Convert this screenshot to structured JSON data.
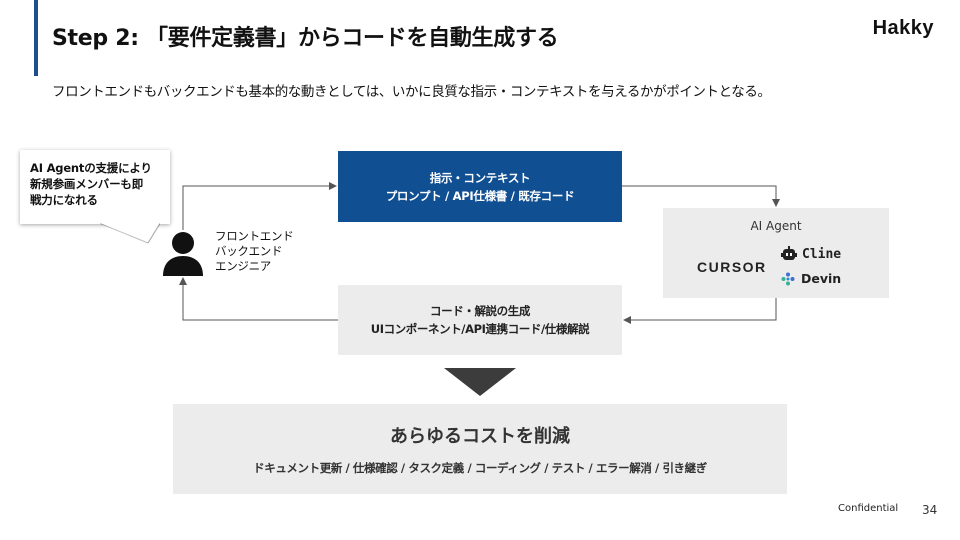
{
  "header": {
    "title": "Step 2: 「要件定義書」からコードを自動生成する",
    "brand": "Hakky"
  },
  "subtitle": "フロントエンドもバックエンドも基本的な動きとしては、いかに良質な指示・コンテキストを与えるかがポイントとなる。",
  "callout": {
    "text": "AI Agentの支援により\n新規参画メンバーも即\n戦力になれる"
  },
  "engineer": {
    "icon": "person-icon",
    "label": "フロントエンド\nバックエンド\nエンジニア"
  },
  "input_box": {
    "line1": "指示・コンテキスト",
    "line2": "プロンプト / API仕様書 / 既存コード",
    "color": "#114f93"
  },
  "agent_box": {
    "title": "AI Agent",
    "tools": {
      "cursor": "CURSOR",
      "cline": "Cline",
      "devin": "Devin"
    }
  },
  "output_box": {
    "line1": "コード・解説の生成",
    "line2": "UIコンポーネント/API連携コード/仕様解説"
  },
  "result": {
    "title": "あらゆるコストを削減",
    "items": "ドキュメント更新 / 仕様確認 / タスク定義 / コーディング / テスト / エラー解消 / 引き継ぎ"
  },
  "footer": {
    "confidential": "Confidential",
    "page": "34"
  }
}
